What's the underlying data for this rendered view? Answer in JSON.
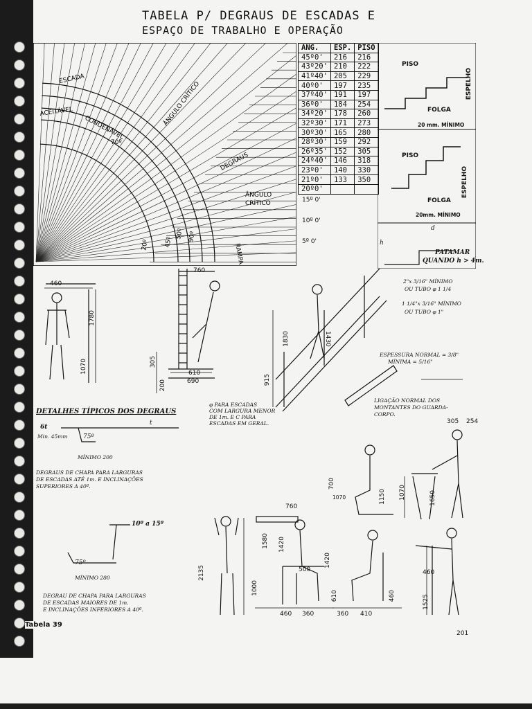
{
  "title": {
    "line1": "TABELA P/ DEGRAUS DE ESCADAS E",
    "line2": "ESPAÇO DE TRABALHO E OPERAÇÃO"
  },
  "table": {
    "headers": [
      "ANG.",
      "ESP.",
      "PISO"
    ],
    "rows": [
      [
        "45º0'",
        "216",
        "216"
      ],
      [
        "43º20'",
        "210",
        "222"
      ],
      [
        "41º40'",
        "205",
        "229"
      ],
      [
        "40º0'",
        "197",
        "235"
      ],
      [
        "37º40'",
        "191",
        "197"
      ],
      [
        "36º0'",
        "184",
        "254"
      ],
      [
        "34º20'",
        "178",
        "260"
      ],
      [
        "32º30'",
        "171",
        "273"
      ],
      [
        "30º30'",
        "165",
        "280"
      ],
      [
        "28º30'",
        "159",
        "292"
      ],
      [
        "26º35'",
        "152",
        "305"
      ],
      [
        "24º40'",
        "146",
        "318"
      ],
      [
        "23º0'",
        "140",
        "330"
      ],
      [
        "21º0'",
        "133",
        "350"
      ],
      [
        "20º0'",
        "",
        ""
      ]
    ],
    "extra_angles": [
      "15º 0'",
      "10º 0'",
      "5º 0'"
    ]
  },
  "chart_labels": {
    "escada": "ESCADA",
    "aceitavel": "ACEITÁVEL",
    "condenavel": "CONDENÁVEL",
    "angulo_critico_top": "ÂNGULO CRÍTICO",
    "deg70": "70º",
    "degraus": "DEGRAUS",
    "angulo_critico_low": "ÂNGULO",
    "critico": "CRÍTICO",
    "rampa": "RAMPA",
    "deg20": "20º",
    "deg45": "45º",
    "deg50": "50º",
    "deg90": "90º"
  },
  "step_diagrams": {
    "piso": "PISO",
    "espelho": "ESPELHO",
    "folga": "FOLGA",
    "min20": "20 mm. MÍNIMO",
    "min20b": "20mm. MÍNIMO",
    "d": "d",
    "h": "h",
    "patamar": "PATAMAR",
    "quando": "QUANDO h > 4m."
  },
  "dims": {
    "d460": "460",
    "d1780": "1780",
    "d1070": "1070",
    "d760": "760",
    "d305": "305",
    "d200": "200",
    "d610": "610",
    "d690": "690",
    "d1830": "1830",
    "d1430": "1430",
    "d915": "915",
    "d305b": "305",
    "d254": "254",
    "d700": "700",
    "d1070b": "1070",
    "d1150": "1150",
    "d1070c": "1070",
    "d1650": "1650",
    "d760b": "760",
    "d1580": "1580",
    "d1420": "1420",
    "d1000": "1000",
    "d500": "500",
    "d1420b": "1420",
    "d610b": "610",
    "d460b": "460",
    "d460c": "460",
    "d360": "360",
    "d360b": "360",
    "d410": "410",
    "d2135": "2135",
    "d460d": "460",
    "d1525": "1525"
  },
  "notes": {
    "rail1": "2\"x 3/16\" MÍNIMO",
    "rail1b": "OU TUBO φ 1 1/4",
    "rail2": "1 1/4\"x 3/16\" MÍNIMO",
    "rail2b": "OU TUBO φ 1\"",
    "espessura": "ESPESSURA NORMAL = 3/8\"",
    "espessura2": "MÍNIMA = 5/16\"",
    "ligacao": "LIGAÇÃO NORMAL DOS",
    "ligacao2": "MONTANTES DO GUARDA-",
    "ligacao3": "CORPO.",
    "phi": "φ PARA ESCADAS",
    "phi2": "COM LARGURA MENOR",
    "phi3": "DE 1m. E C PARA",
    "phi4": "ESCADAS EM GERAL.",
    "detalhes": "DETALHES TÍPICOS DOS DEGRAUS",
    "t": "t",
    "6t": "6t",
    "min45": "Min. 45mm",
    "deg75": "75º",
    "minimo200": "MÍNIMO 200",
    "chapa1": "DEGRAUS DE CHAPA PARA LARGURAS",
    "chapa1b": "DE ESCADAS ATÉ 1m. E INCLINAÇÕES",
    "chapa1c": "SUPERIORES A 40º.",
    "deg10a15": "10º a 15º",
    "deg75b": "75º",
    "minimo280": "MÍNIMO 280",
    "chapa2": "DEGRAU DE CHAPA PARA LARGURAS",
    "chapa2b": "DE ESCADAS MAIORES DE 1m.",
    "chapa2c": "E INCLINAÇÕES INFERIORES A 40º.",
    "tabela": "Tabela 39",
    "pagenum": "201"
  },
  "chart_data": {
    "type": "table",
    "columns": [
      "ANG.",
      "ESP.",
      "PISO"
    ],
    "rows": [
      [
        "45º0'",
        216,
        216
      ],
      [
        "43º20'",
        210,
        222
      ],
      [
        "41º40'",
        205,
        229
      ],
      [
        "40º0'",
        197,
        235
      ],
      [
        "37º40'",
        191,
        197
      ],
      [
        "36º0'",
        184,
        254
      ],
      [
        "34º20'",
        178,
        260
      ],
      [
        "32º30'",
        171,
        273
      ],
      [
        "30º30'",
        165,
        280
      ],
      [
        "28º30'",
        159,
        292
      ],
      [
        "26º35'",
        152,
        305
      ],
      [
        "24º40'",
        146,
        318
      ],
      [
        "23º0'",
        140,
        330
      ],
      [
        "21º0'",
        133,
        350
      ]
    ]
  }
}
